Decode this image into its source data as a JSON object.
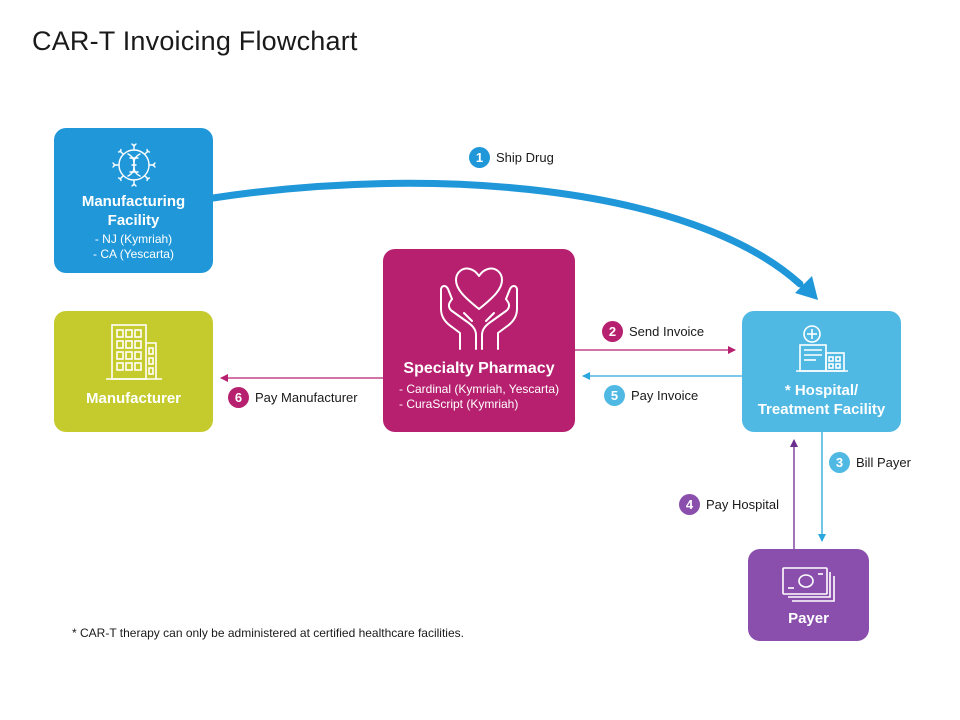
{
  "title": "CAR-T Invoicing Flowchart",
  "nodes": {
    "manufacturing_facility": {
      "name_line1": "Manufacturing",
      "name_line2": "Facility",
      "sub1": "- NJ (Kymriah)",
      "sub2": "- CA (Yescarta)",
      "color": "#1f97d8",
      "icon": "dna-virus-icon"
    },
    "manufacturer": {
      "name": "Manufacturer",
      "color": "#c5cb2c",
      "icon": "building-icon"
    },
    "specialty_pharmacy": {
      "name": "Specialty Pharmacy",
      "sub1": "- Cardinal (Kymriah, Yescarta)",
      "sub2": "- CuraScript (Kymriah)",
      "color": "#b6206f",
      "icon": "heart-hands-icon"
    },
    "hospital": {
      "name_line1": "* Hospital/",
      "name_line2": "Treatment Facility",
      "color": "#4fb9e4",
      "icon": "hospital-icon"
    },
    "payer": {
      "name": "Payer",
      "color": "#8a4fad",
      "icon": "cash-icon"
    }
  },
  "steps": [
    {
      "num": "1",
      "label": "Ship Drug",
      "color": "#1f97d8"
    },
    {
      "num": "2",
      "label": "Send Invoice",
      "color": "#b6206f"
    },
    {
      "num": "3",
      "label": "Bill Payer",
      "color": "#4fb9e4"
    },
    {
      "num": "4",
      "label": "Pay Hospital",
      "color": "#8a4fad"
    },
    {
      "num": "5",
      "label": "Pay Invoice",
      "color": "#4fb9e4"
    },
    {
      "num": "6",
      "label": "Pay Manufacturer",
      "color": "#b6206f"
    }
  ],
  "footnote": "* CAR-T therapy can only be administered at certified healthcare facilities."
}
